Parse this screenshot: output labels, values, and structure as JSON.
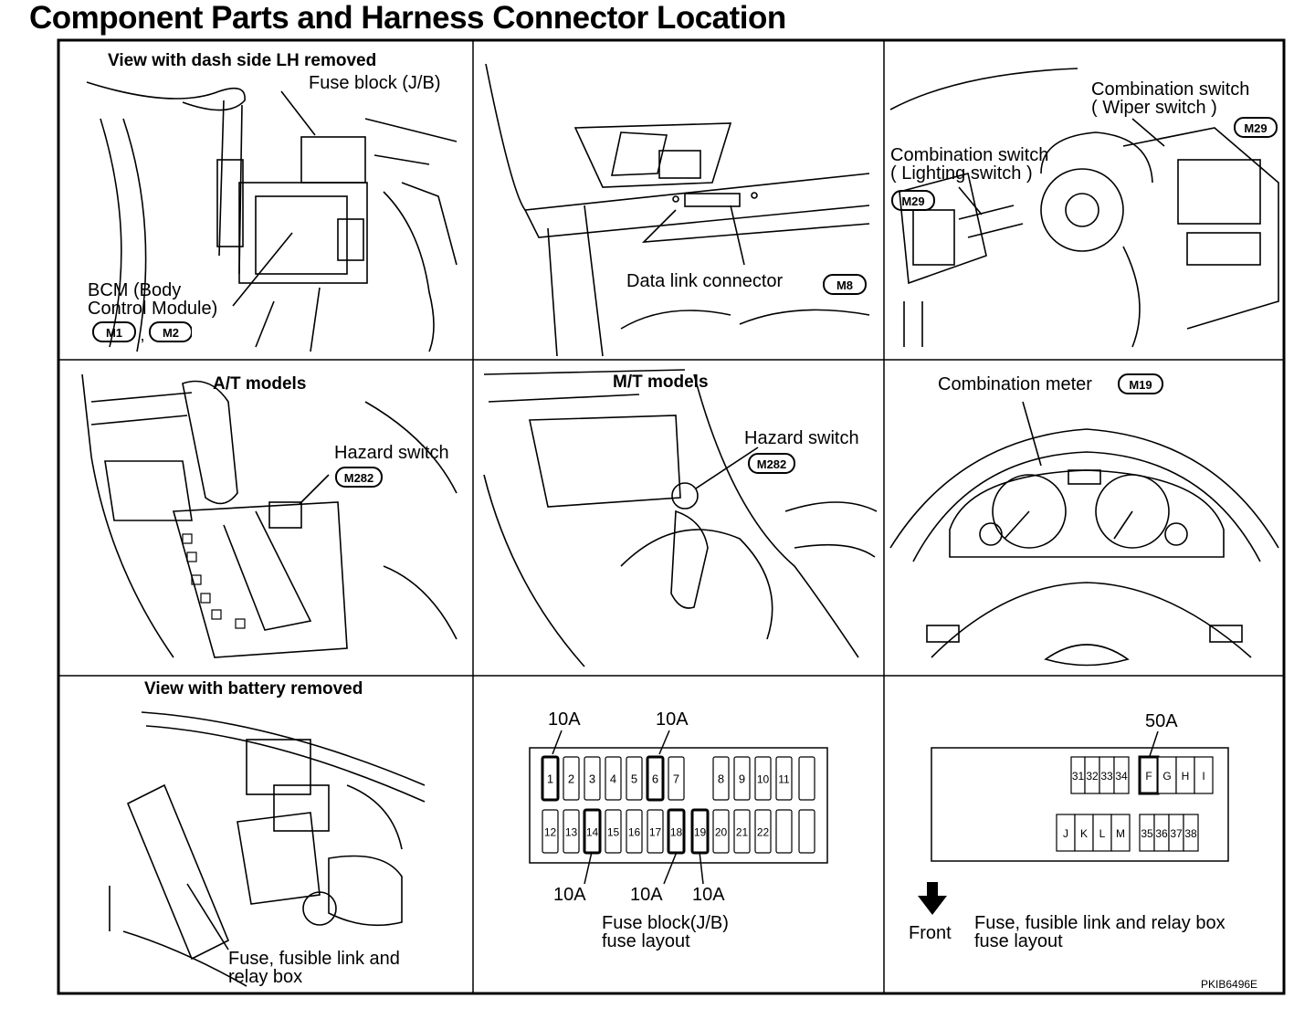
{
  "title": "Component Parts and Harness Connector Location",
  "panels": {
    "dash": {
      "heading": "View with dash side LH removed",
      "fuse_block": "Fuse block (J/B)",
      "bcm_line1": "BCM (Body",
      "bcm_line2": "Control Module)",
      "bcm_connectors": [
        "M1",
        "M2"
      ],
      "separator": ","
    },
    "dlc": {
      "label": "Data link connector",
      "connector": "M8"
    },
    "comb_switch": {
      "wiper_line1": "Combination switch",
      "wiper_line2": "( Wiper switch )",
      "wiper_connector": "M29",
      "light_line1": "Combination switch",
      "light_line2": "( Lighting switch )",
      "light_connector": "M29"
    },
    "at": {
      "heading": "A/T models",
      "hazard": "Hazard switch",
      "connector": "M282"
    },
    "mt": {
      "heading": "M/T models",
      "hazard": "Hazard switch",
      "connector": "M282"
    },
    "meter": {
      "label": "Combination meter",
      "connector": "M19"
    },
    "battery": {
      "heading": "View with battery removed",
      "line1": "Fuse, fusible link and",
      "line2": "relay box"
    },
    "jb_fuse": {
      "top_row": [
        "1",
        "2",
        "3",
        "4",
        "5",
        "6",
        "7",
        "8",
        "9",
        "10",
        "11",
        ""
      ],
      "bottom_row": [
        "12",
        "13",
        "14",
        "15",
        "16",
        "17",
        "18",
        "19",
        "20",
        "21",
        "22",
        "",
        ""
      ],
      "highlight_top": [
        0,
        5
      ],
      "highlight_bottom": [
        2,
        6,
        7
      ],
      "amp_top_left": "10A",
      "amp_top_right": "10A",
      "amp_bottom_1": "10A",
      "amp_bottom_2": "10A",
      "amp_bottom_3": "10A",
      "caption_line1": "Fuse block(J/B)",
      "caption_line2": "fuse layout"
    },
    "relay_fuse": {
      "top_row": [
        "31",
        "32",
        "33",
        "34",
        "F",
        "G",
        "H",
        "I"
      ],
      "bottom_row": [
        "J",
        "K",
        "L",
        "M",
        "35",
        "36",
        "37",
        "38"
      ],
      "highlight_top": [
        4
      ],
      "amp": "50A",
      "front": "Front",
      "caption_line1": "Fuse, fusible link and relay box",
      "caption_line2": "fuse layout"
    }
  },
  "figure_id": "PKIB6496E"
}
